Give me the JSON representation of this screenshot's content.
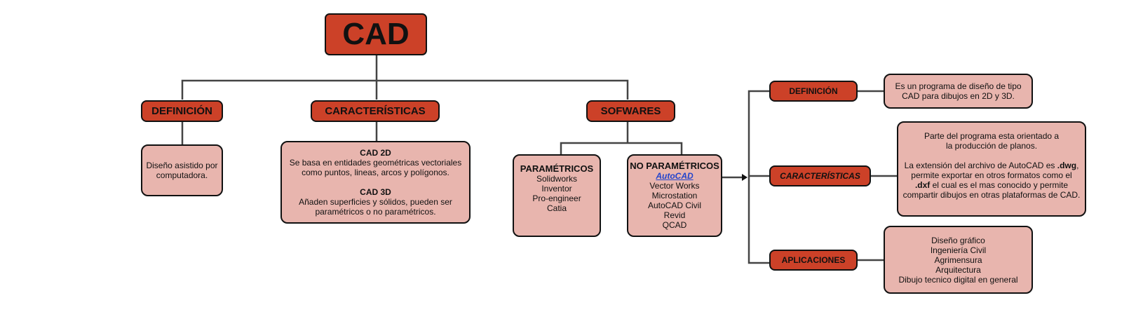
{
  "root": {
    "label": "CAD"
  },
  "left": {
    "definicion": {
      "label": "DEFINICIÓN",
      "text": [
        "Diseño asistido por",
        "computadora."
      ]
    },
    "caracteristicas": {
      "label": "CARACTERÍSTICAS",
      "cad2d_title": "CAD 2D",
      "cad2d_text": [
        "Se basa en entidades geométricas vectoriales",
        "como puntos, lineas, arcos y polígonos."
      ],
      "cad3d_title": "CAD 3D",
      "cad3d_text": [
        "Añaden superficies y sólidos, pueden ser",
        "paramétricos o no paramétricos."
      ]
    },
    "softwares": {
      "label": "SOFWARES",
      "parametricos": {
        "title": "PARAMÉTRICOS",
        "items": [
          "Solidworks",
          "Inventor",
          "Pro-engineer",
          "Catia"
        ]
      },
      "no_parametricos": {
        "title": "NO PARAMÉTRICOS",
        "link": "AutoCAD",
        "items": [
          "Vector Works",
          "Microstation",
          "AutoCAD Civil",
          "Revid",
          "QCAD"
        ]
      }
    }
  },
  "right": {
    "definicion": {
      "label": "DEFINICIÓN",
      "text": [
        "Es un programa de diseño de tipo",
        "CAD para dibujos en 2D y 3D."
      ]
    },
    "caracteristicas": {
      "label": "CARACTERÍSTICAS",
      "para1": [
        "Parte del programa esta orientado a",
        "la producción de planos."
      ],
      "para2_a": "La extensión del archivo de AutoCAD es ",
      "para2_dwg": ".dwg",
      "para2_b": ",",
      "para2_c": "permite exportar en otros formatos como el",
      "para2_dxf": ".dxf",
      "para2_d": " el cual es el mas conocido y permite",
      "para2_e": "compartir dibujos en otras plataformas de CAD."
    },
    "aplicaciones": {
      "label": "APLICACIONES",
      "items": [
        "Diseño gráfico",
        "Ingeniería Civil",
        "Agrimensura",
        "Arquitectura",
        "Dibujo tecnico digital en general"
      ]
    }
  },
  "colors": {
    "node_fill": "#cc4128",
    "box_fill": "#e8b5ae",
    "line": "#444444",
    "link": "#2244cc"
  }
}
